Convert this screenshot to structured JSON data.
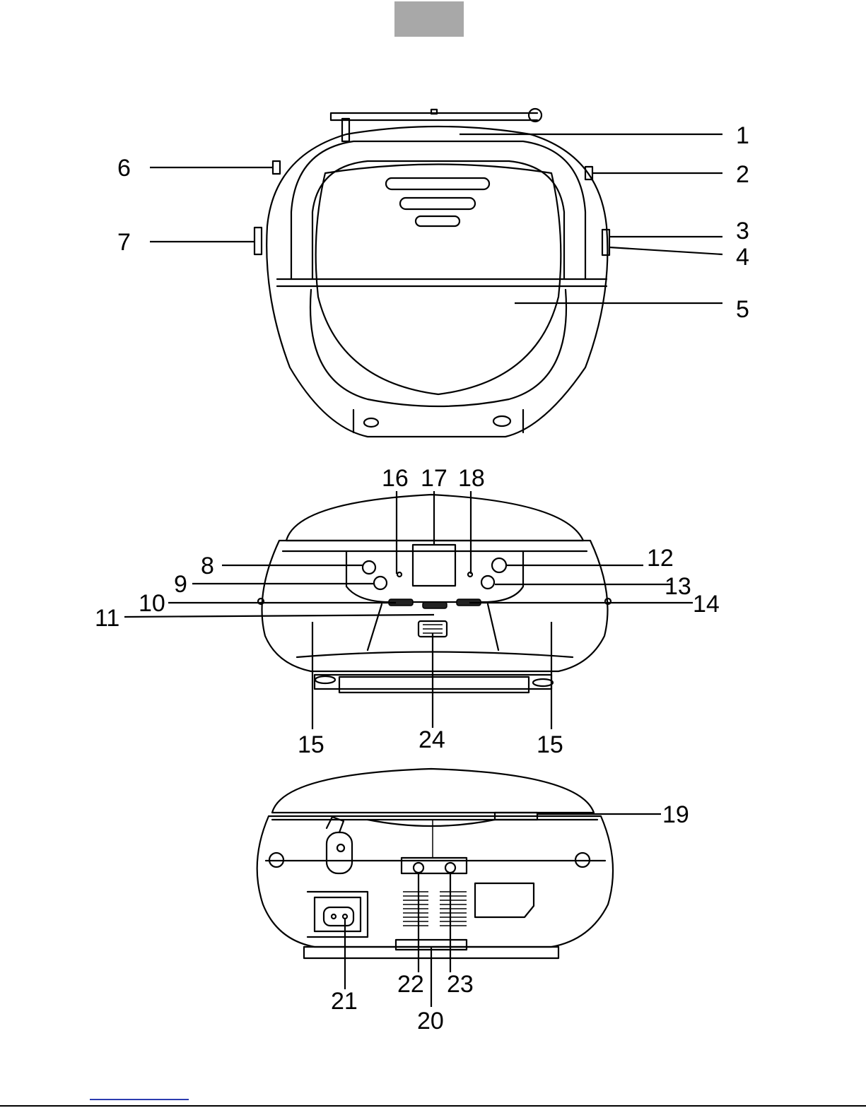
{
  "views": [
    {
      "id": "top-view",
      "callouts": [
        {
          "id": "c1",
          "label": "1"
        },
        {
          "id": "c2",
          "label": "2"
        },
        {
          "id": "c3",
          "label": "3"
        },
        {
          "id": "c4",
          "label": "4"
        },
        {
          "id": "c5",
          "label": "5"
        },
        {
          "id": "c6",
          "label": "6"
        },
        {
          "id": "c7",
          "label": "7"
        }
      ]
    },
    {
      "id": "front-view",
      "callouts": [
        {
          "id": "c8",
          "label": "8"
        },
        {
          "id": "c9",
          "label": "9"
        },
        {
          "id": "c10",
          "label": "10"
        },
        {
          "id": "c11",
          "label": "11"
        },
        {
          "id": "c12",
          "label": "12"
        },
        {
          "id": "c13",
          "label": "13"
        },
        {
          "id": "c14",
          "label": "14"
        },
        {
          "id": "c15a",
          "label": "15"
        },
        {
          "id": "c15b",
          "label": "15"
        },
        {
          "id": "c16",
          "label": "16"
        },
        {
          "id": "c17",
          "label": "17"
        },
        {
          "id": "c18",
          "label": "18"
        },
        {
          "id": "c24",
          "label": "24"
        }
      ]
    },
    {
      "id": "rear-view",
      "callouts": [
        {
          "id": "c19",
          "label": "19"
        },
        {
          "id": "c20",
          "label": "20"
        },
        {
          "id": "c21",
          "label": "21"
        },
        {
          "id": "c22",
          "label": "22"
        },
        {
          "id": "c23",
          "label": "23"
        }
      ]
    }
  ],
  "colors": {
    "header_tab": "#a8a8a8",
    "line": "#000000",
    "footer_link": "#2b3cb0"
  }
}
